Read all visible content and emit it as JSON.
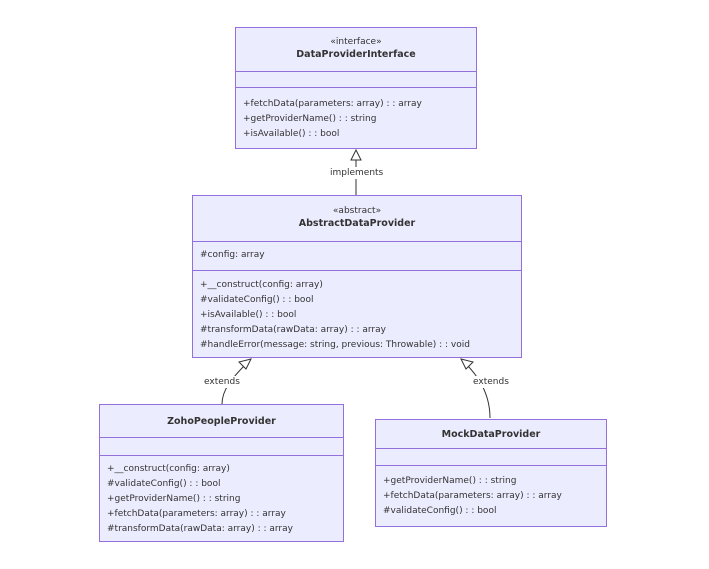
{
  "relations": [
    {
      "label": "implements"
    },
    {
      "label": "extends"
    },
    {
      "label": "extends"
    }
  ],
  "classes": {
    "data_provider_interface": {
      "stereotype": "«interface»",
      "name": "DataProviderInterface",
      "attributes": [],
      "methods": [
        "+fetchData(parameters: array) : : array",
        "+getProviderName() : : string",
        "+isAvailable() : : bool"
      ]
    },
    "abstract_data_provider": {
      "stereotype": "«abstract»",
      "name": "AbstractDataProvider",
      "attributes": [
        "#config: array"
      ],
      "methods": [
        "+__construct(config: array)",
        "#validateConfig() : : bool",
        "+isAvailable() : : bool",
        "#transformData(rawData: array) : : array",
        "#handleError(message: string, previous: Throwable) : : void"
      ]
    },
    "zoho_people_provider": {
      "name": "ZohoPeopleProvider",
      "attributes": [],
      "methods": [
        "+__construct(config: array)",
        "#validateConfig() : : bool",
        "+getProviderName() : : string",
        "+fetchData(parameters: array) : : array",
        "#transformData(rawData: array) : : array"
      ]
    },
    "mock_data_provider": {
      "name": "MockDataProvider",
      "attributes": [],
      "methods": [
        "+getProviderName() : : string",
        "+fetchData(parameters: array) : : array",
        "#validateConfig() : : bool"
      ]
    }
  }
}
